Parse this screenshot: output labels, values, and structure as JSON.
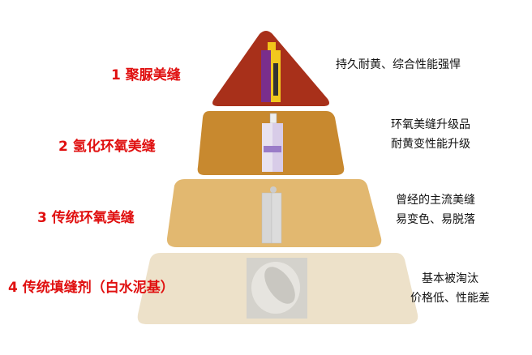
{
  "tiers": [
    {
      "label": "1 聚脲美缝",
      "desc": [
        "持久耐黄、综合性能强悍"
      ],
      "color": "#a8301a",
      "image": "polyurea-cartridge"
    },
    {
      "label": "2 氢化环氧美缝",
      "desc": [
        "环氧美缝升级品",
        "耐黄变性能升级"
      ],
      "color": "#c8892f",
      "image": "hydrogenated-epoxy-cartridge"
    },
    {
      "label": "3 传统环氧美缝",
      "desc": [
        "曾经的主流美缝",
        "易变色、易脱落"
      ],
      "color": "#e2b870",
      "image": "epoxy-cartridge"
    },
    {
      "label": "4 传统填缝剂（白水泥基）",
      "desc": [
        "基本被淘汰",
        "价格低、性能差"
      ],
      "color": "#ede1c9",
      "image": "cement-powder"
    }
  ]
}
